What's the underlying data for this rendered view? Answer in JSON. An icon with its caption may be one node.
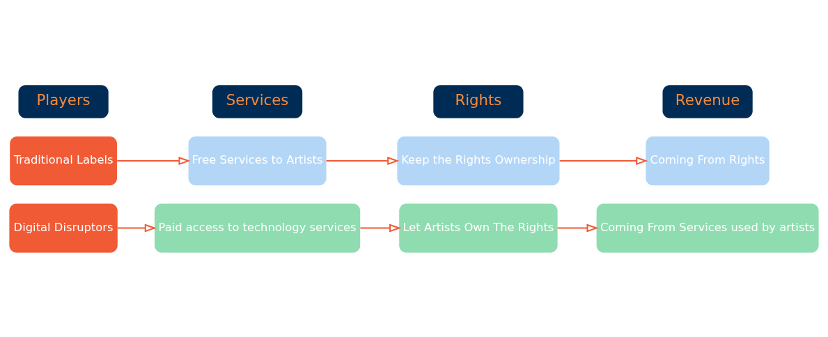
{
  "diagram": {
    "nodes": [
      {
        "text": [
          "Players"
        ]
      },
      {
        "text": [
          "Services"
        ]
      },
      {
        "text": [
          "Rights"
        ]
      },
      {
        "text": [
          "Revenue"
        ]
      },
      {
        "text": [
          "Traditional Labels"
        ]
      },
      {
        "text": [
          "Free Services to Artists"
        ]
      },
      {
        "text": [
          "Keep the Rights Ownership"
        ]
      },
      {
        "text": [
          "Coming From Rights"
        ]
      },
      {
        "text": [
          "Digital Disruptors"
        ]
      },
      {
        "text": [
          "Paid access to technology services"
        ]
      },
      {
        "text": [
          "Let Artists Own The Rights"
        ]
      },
      {
        "text": [
          "Coming From Services used by artists"
        ]
      }
    ],
    "edges": [
      {
        "from": 4,
        "to": 5,
        "arrow": "to"
      },
      {
        "from": 5,
        "to": 6,
        "arrow": "to"
      },
      {
        "from": 6,
        "to": 7,
        "arrow": "to"
      },
      {
        "from": 8,
        "to": 9,
        "arrow": "to"
      },
      {
        "from": 9,
        "to": 10,
        "arrow": "to"
      },
      {
        "from": 10,
        "to": 11,
        "arrow": "to"
      }
    ]
  }
}
